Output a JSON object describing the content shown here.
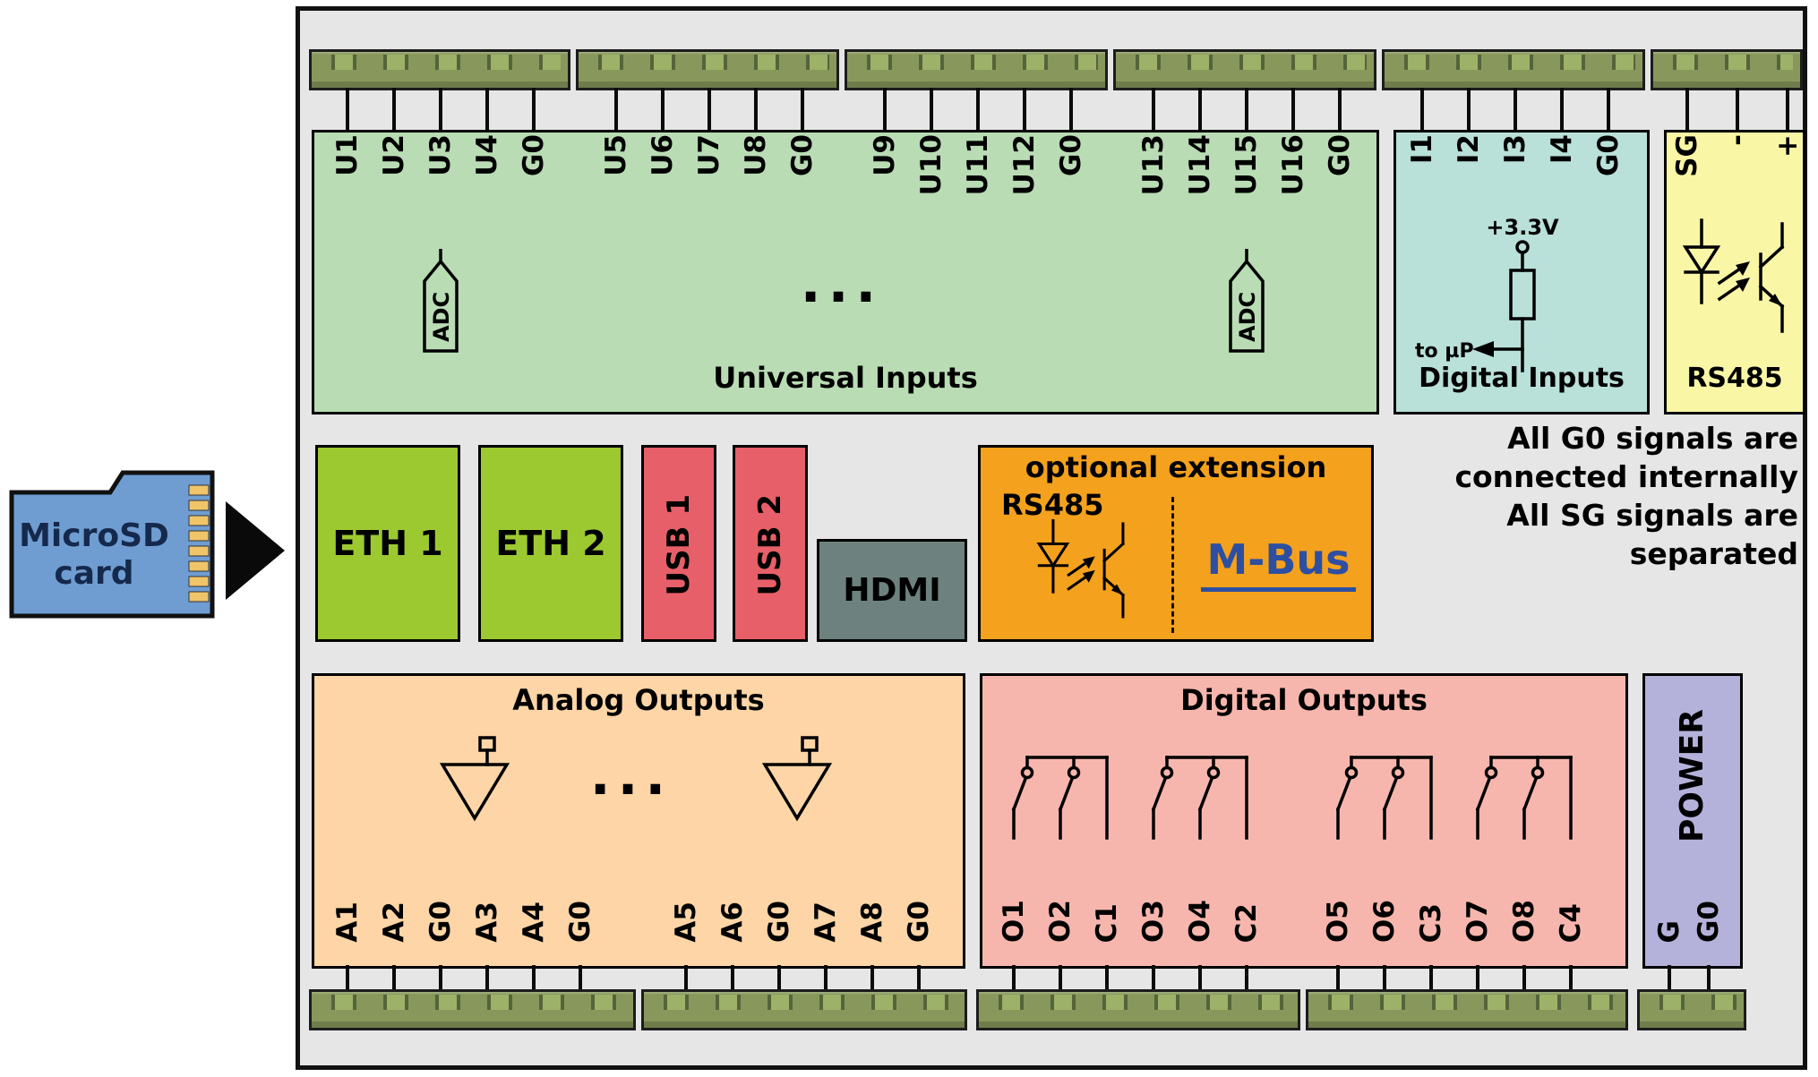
{
  "microsd": {
    "line1": "MicroSD",
    "line2": "card"
  },
  "universal_inputs": {
    "title": "Universal Inputs",
    "adc": "ADC",
    "dots": "...",
    "pins": [
      "U1",
      "U2",
      "U3",
      "U4",
      "G0",
      "U5",
      "U6",
      "U7",
      "U8",
      "G0",
      "U9",
      "U10",
      "U11",
      "U12",
      "G0",
      "U13",
      "U14",
      "U15",
      "U16",
      "G0"
    ]
  },
  "digital_inputs": {
    "title": "Digital Inputs",
    "supply": "+3.3V",
    "to_micro": "to µP",
    "pins": [
      "I1",
      "I2",
      "I3",
      "I4",
      "G0"
    ]
  },
  "rs485_port": {
    "title": "RS485",
    "pins": [
      "SG",
      "-",
      "+"
    ]
  },
  "interfaces": {
    "eth1": "ETH 1",
    "eth2": "ETH 2",
    "usb1": "USB 1",
    "usb2": "USB 2",
    "hdmi": "HDMI"
  },
  "extension": {
    "title": "optional extension",
    "rs485": "RS485",
    "mbus": "M-Bus"
  },
  "note": {
    "line1": "All G0 signals are",
    "line2": "connected internally",
    "line3": "All SG signals are",
    "line4": "separated"
  },
  "analog_outputs": {
    "title": "Analog Outputs",
    "dots": "...",
    "pins": [
      "A1",
      "A2",
      "G0",
      "A3",
      "A4",
      "G0",
      "A5",
      "A6",
      "G0",
      "A7",
      "A8",
      "G0"
    ]
  },
  "digital_outputs": {
    "title": "Digital Outputs",
    "pins": [
      "O1",
      "O2",
      "C1",
      "O3",
      "O4",
      "C2",
      "O5",
      "O6",
      "C3",
      "O7",
      "O8",
      "C4"
    ]
  },
  "power": {
    "title": "POWER",
    "pins": [
      "G",
      "G0"
    ]
  }
}
